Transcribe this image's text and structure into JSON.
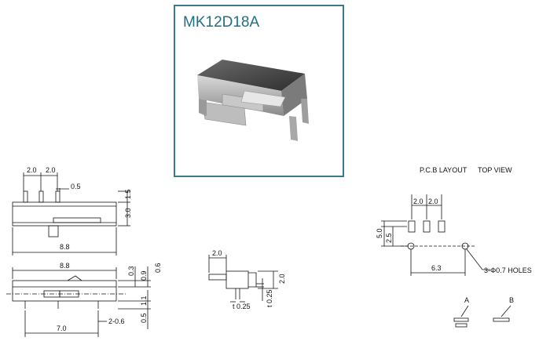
{
  "model": "MK12D18A",
  "pcb": {
    "layout_label": "P.C.B LAYOUT",
    "view_label": "TOP VIEW",
    "holes_label": "3-Φ0.7 HOLES",
    "pos_a": "A",
    "pos_b": "B"
  },
  "dims": {
    "top": {
      "pitch1": "2.0",
      "pitch2": "2.0",
      "pin_w": "0.5",
      "pin_h": "1.5",
      "body_h": "3.0",
      "length": "8.8"
    },
    "front": {
      "length": "8.8",
      "d03": "0.3",
      "d09": "0.9",
      "d06": "0.6",
      "d11": "1.1",
      "d05": "0.5",
      "d2_06": "2-0.6",
      "d70": "7.0"
    },
    "side": {
      "w20": "2.0",
      "h20": "2.0",
      "t025a": "t 0.25",
      "t025b": "t 0.25"
    },
    "pcb": {
      "p1": "2.0",
      "p2": "2.0",
      "h50": "5.0",
      "h25": "2.5",
      "w63": "6.3"
    }
  },
  "colors": {
    "frame": "#3a7a8c",
    "title": "#1f6f86"
  }
}
